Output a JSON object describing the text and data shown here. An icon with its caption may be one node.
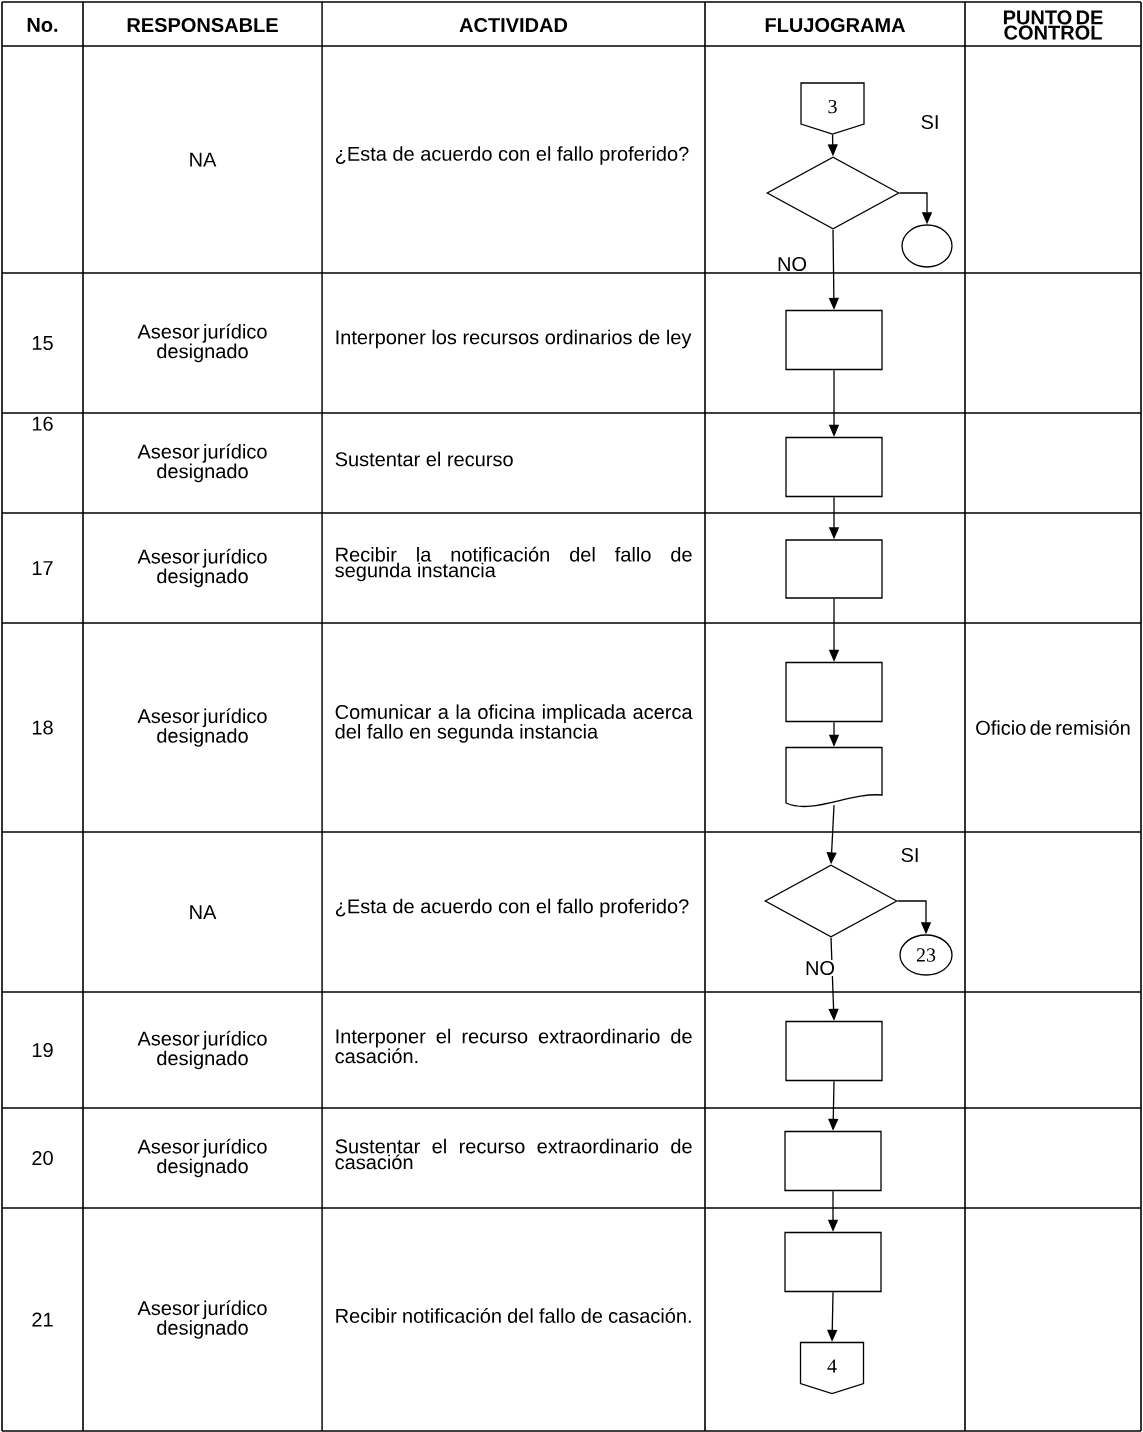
{
  "diagram": {
    "nodes": [
      {
        "text": [
          "3"
        ]
      },
      {
        "text": [],
        "shape": "diamond"
      },
      {
        "text": [],
        "shape": "circle"
      },
      {
        "text": [],
        "shape": "box"
      },
      {
        "text": [],
        "shape": "box"
      },
      {
        "text": [],
        "shape": "box"
      },
      {
        "text": [],
        "shape": "box"
      },
      {
        "text": [],
        "shape": "document"
      },
      {
        "text": [],
        "shape": "diamond"
      },
      {
        "text": [
          "23"
        ]
      },
      {
        "text": [],
        "shape": "box"
      },
      {
        "text": [],
        "shape": "box"
      },
      {
        "text": [],
        "shape": "box"
      },
      {
        "text": [
          "4"
        ]
      }
    ],
    "edges": [
      {
        "from": 0,
        "to": 1,
        "arrow": "to"
      },
      {
        "from": 1,
        "to": 2,
        "arrow": "to",
        "label": "SI"
      },
      {
        "from": 1,
        "to": 3,
        "arrow": "to",
        "label": "NO"
      },
      {
        "from": 3,
        "to": 4,
        "arrow": "to"
      },
      {
        "from": 4,
        "to": 5,
        "arrow": "to"
      },
      {
        "from": 5,
        "to": 6,
        "arrow": "to"
      },
      {
        "from": 6,
        "to": 7,
        "arrow": "to"
      },
      {
        "from": 7,
        "to": 8,
        "arrow": "to"
      },
      {
        "from": 8,
        "to": 9,
        "arrow": "to",
        "label": "SI"
      },
      {
        "from": 8,
        "to": 10,
        "arrow": "to",
        "label": "NO"
      },
      {
        "from": 10,
        "to": 11,
        "arrow": "to"
      },
      {
        "from": 11,
        "to": 12,
        "arrow": "to"
      },
      {
        "from": 12,
        "to": 13,
        "arrow": "to"
      }
    ],
    "labels": [
      "No.",
      "RESPONSABLE",
      "ACTIVIDAD",
      "FLUJOGRAMA",
      "PUNTO DE CONTROL",
      "NA",
      "¿Esta de acuerdo con el fallo proferido?",
      "15",
      "Asesor jurídico designado",
      "Interponer los recursos ordinarios de ley",
      "16",
      "Asesor jurídico designado",
      "Sustentar el recurso",
      "17",
      "Asesor jurídico designado",
      "Recibir la notificación del fallo de segunda instancia",
      "18",
      "Asesor jurídico designado",
      "Comunicar a la oficina implicada acerca del fallo en segunda instancia",
      "Oficio de remisión",
      "NA",
      "¿Esta de acuerdo con el fallo proferido?",
      "19",
      "Asesor jurídico designado",
      "Interponer el recurso extraordinario de casación.",
      "20",
      "Asesor jurídico designado",
      "Sustentar el recurso extraordinario de casación",
      "21",
      "Asesor jurídico designado",
      "Recibir notificación del fallo de casación."
    ]
  }
}
